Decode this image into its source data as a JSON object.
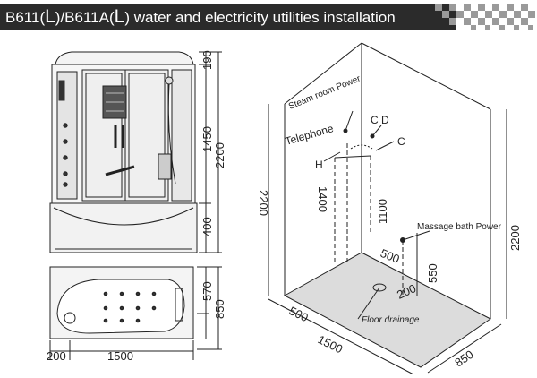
{
  "title": {
    "prefix": "B611(",
    "model_a_letter": "L",
    "middle": ")/B611A(",
    "model_b_letter": "L",
    "suffix": ") water and electricity utilities installation"
  },
  "front_view": {
    "dims": {
      "top": "190",
      "upper": "1450",
      "total": "2200",
      "base": "400"
    }
  },
  "plan_view": {
    "dims": {
      "width_left": "200",
      "width": "1500",
      "depth_inner": "570",
      "depth": "850"
    }
  },
  "room_view": {
    "labels": {
      "steam_power": "Steam room Power",
      "telephone": "Telephone",
      "c_d": "C D",
      "c": "C",
      "h": "H",
      "massage_power": "Massage bath Power",
      "floor_drainage": "Floor drainage"
    },
    "dims": {
      "room_height_left": "2200",
      "h_pipe_height": "1400",
      "c_pipe_height": "1100",
      "room_height_right": "2200",
      "massage_offset": "500",
      "massage_height": "550",
      "drain_offset_side": "200",
      "drain_offset_front": "500",
      "room_width": "1500",
      "room_depth": "850"
    }
  },
  "colors": {
    "title_bg": "#2b2b2b",
    "title_text": "#ffffff",
    "line": "#222222",
    "floor": "#d8d8d8"
  }
}
